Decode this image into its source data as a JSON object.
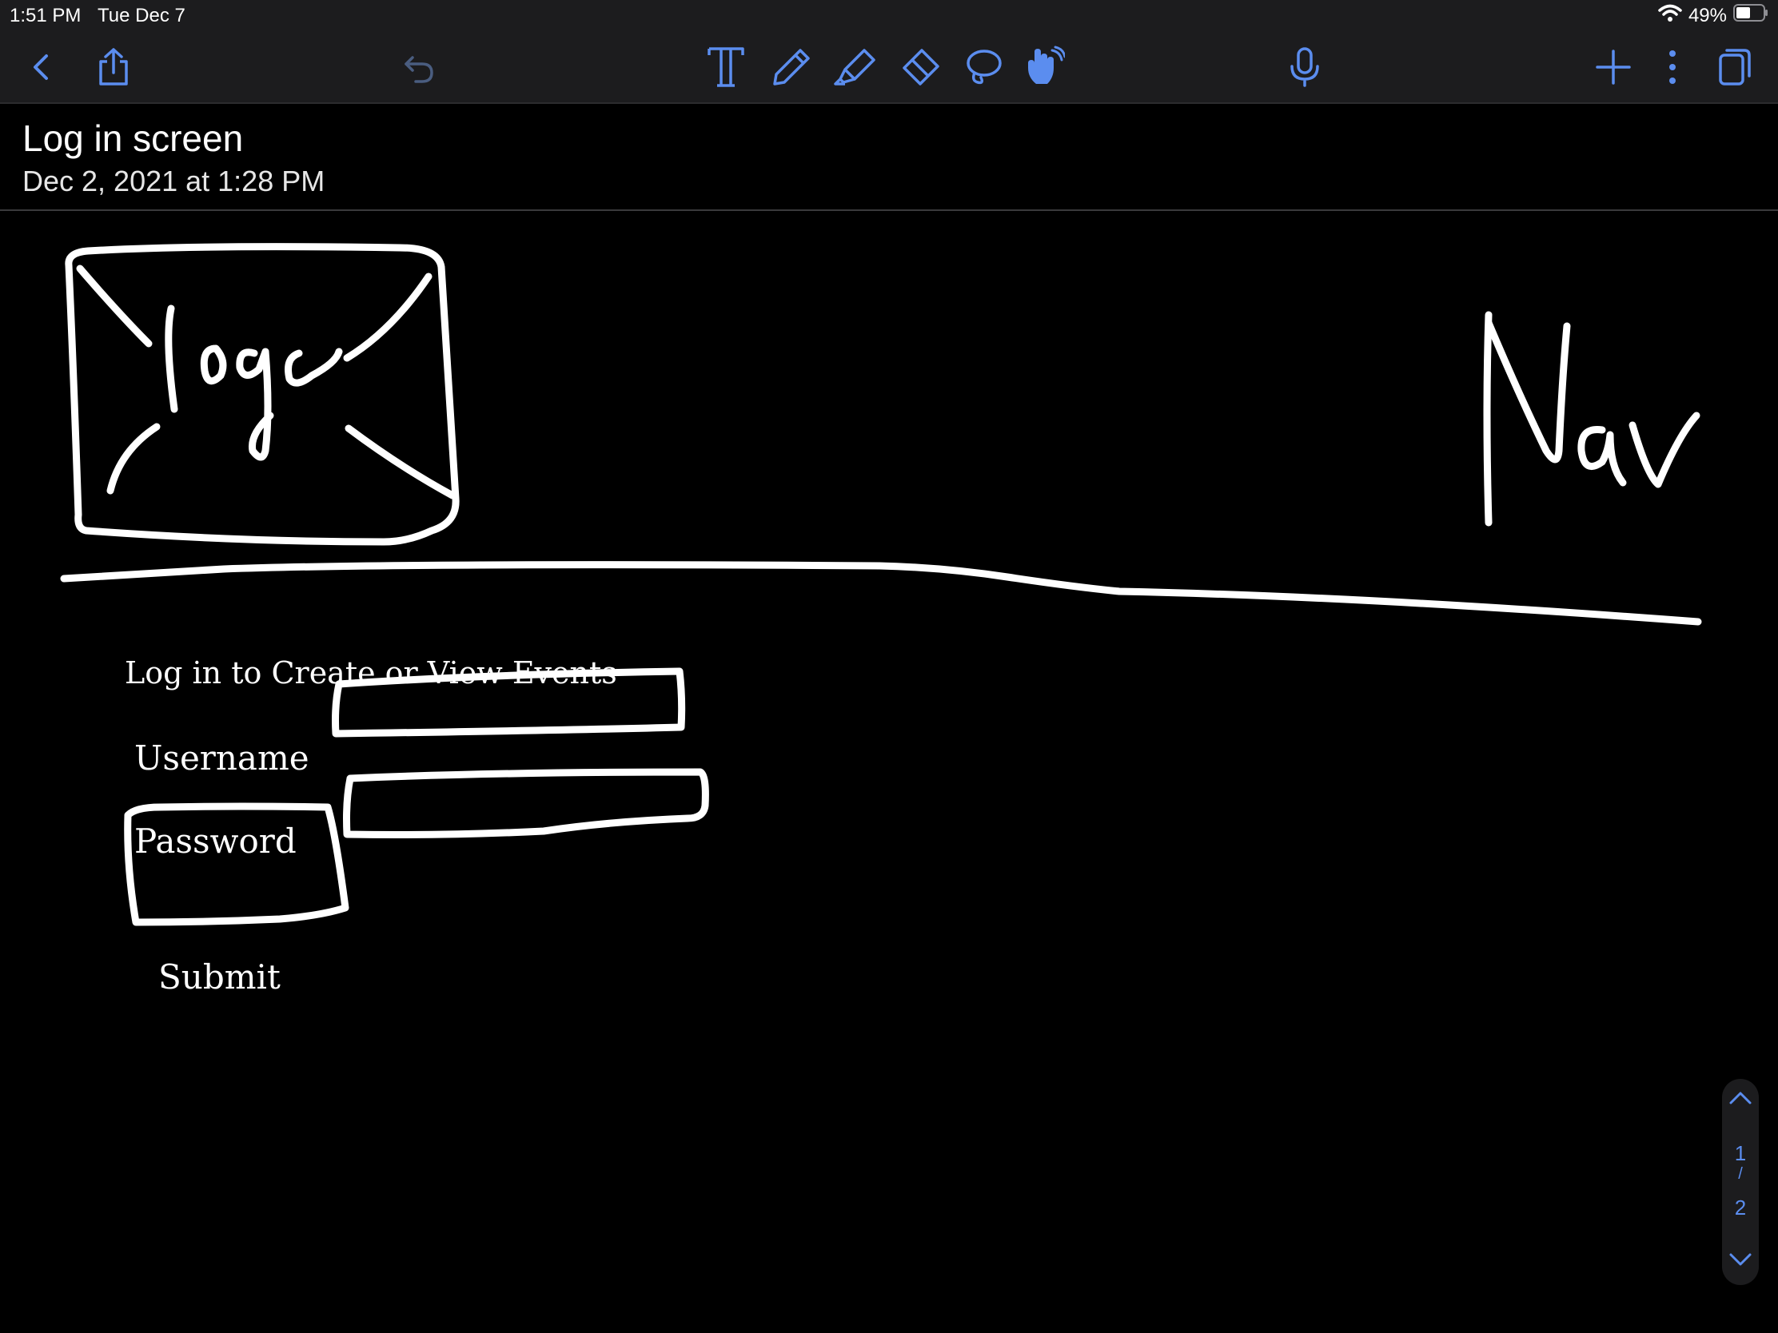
{
  "status_bar": {
    "time": "1:51 PM",
    "date": "Tue Dec 7",
    "battery": "49%",
    "icons": [
      "wifi-icon",
      "battery-icon"
    ]
  },
  "toolbar": {
    "icons": [
      "back-icon",
      "share-icon",
      "undo-icon",
      "text-tool-icon",
      "pencil-icon",
      "highlighter-icon",
      "eraser-icon",
      "lasso-icon",
      "touch-icon",
      "microphone-icon",
      "add-icon",
      "more-icon",
      "pages-icon"
    ],
    "accent_color": "#5b8def"
  },
  "note": {
    "title": "Log in screen",
    "date": "Dec 2, 2021 at 1:28 PM"
  },
  "canvas": {
    "handwritten": {
      "logo": "logo",
      "nav": "Nav"
    },
    "heading": "Log in to Create or View Events",
    "username_label": "Username",
    "password_label": "Password",
    "submit_label": "Submit"
  },
  "pagination": {
    "current": "1",
    "total": "2",
    "separator": "/"
  }
}
